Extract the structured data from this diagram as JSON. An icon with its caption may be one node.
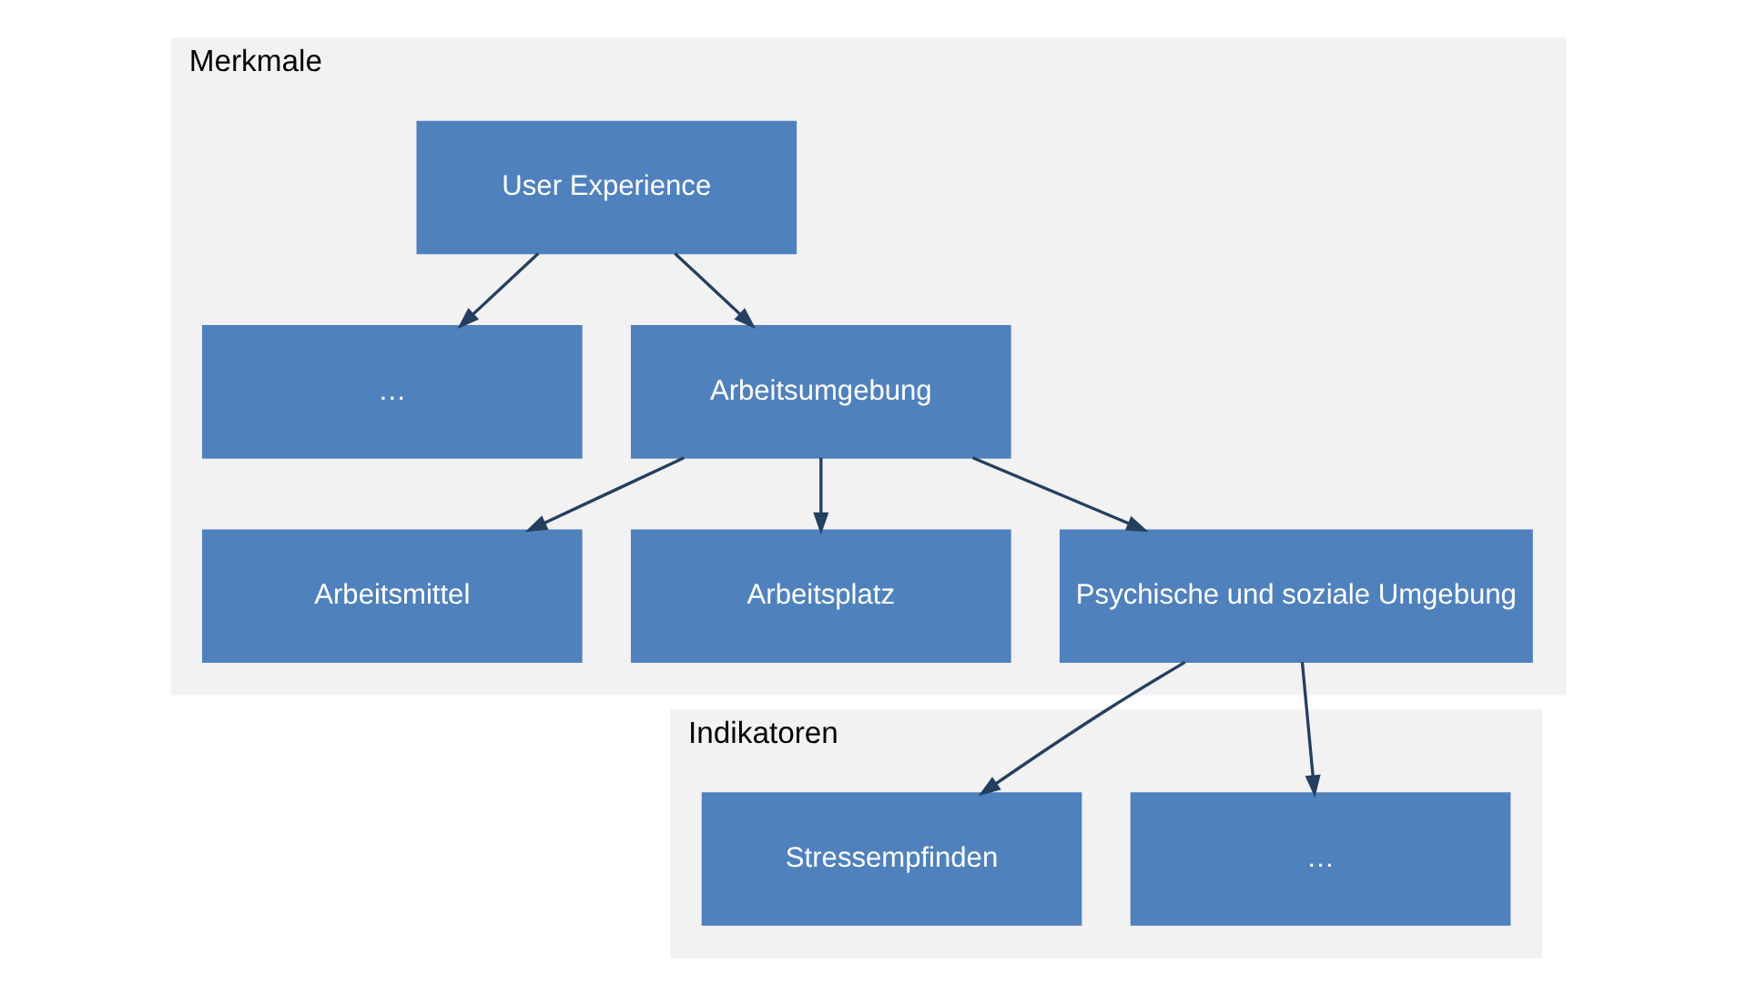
{
  "diagram": {
    "nodes": [
      {
        "text": [
          "Merkmale"
        ]
      },
      {
        "text": [
          "User Experience"
        ],
        "in": 0
      },
      {
        "text": [
          "…"
        ],
        "in": 0
      },
      {
        "text": [
          "Arbeitsumgebung"
        ],
        "in": 0
      },
      {
        "text": [
          "Arbeitsmittel"
        ],
        "in": 0
      },
      {
        "text": [
          "Arbeitsplatz"
        ],
        "in": 0
      },
      {
        "text": [
          "Psychische und soziale Umgebung"
        ],
        "in": 0
      },
      {
        "text": [
          "Indikatoren"
        ]
      },
      {
        "text": [
          "…"
        ],
        "in": 7
      },
      {
        "text": [
          "Stressempfinden"
        ],
        "in": 7
      }
    ],
    "edges": [
      {
        "from": 1,
        "to": 2,
        "arrow": "to"
      },
      {
        "from": 1,
        "to": 3,
        "arrow": "to"
      },
      {
        "from": 3,
        "to": 4,
        "arrow": "to"
      },
      {
        "from": 3,
        "to": 5,
        "arrow": "to"
      },
      {
        "from": 3,
        "to": 6,
        "arrow": "to"
      },
      {
        "from": 6,
        "to": 8,
        "arrow": "to"
      },
      {
        "from": 6,
        "to": 9,
        "arrow": "to"
      }
    ]
  }
}
